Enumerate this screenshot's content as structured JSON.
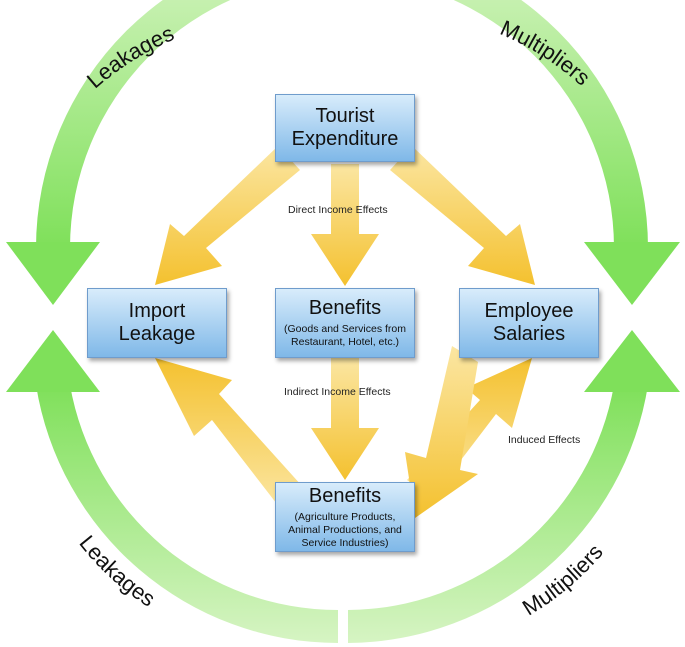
{
  "boxes": {
    "tourist_expenditure": {
      "title": "Tourist\nExpenditure"
    },
    "import_leakage": {
      "title": "Import\nLeakage"
    },
    "benefits_goods": {
      "title": "Benefits",
      "subtitle": "(Goods and Services from\nRestaurant, Hotel, etc.)"
    },
    "employee_salaries": {
      "title": "Employee\nSalaries"
    },
    "benefits_agriculture": {
      "title": "Benefits",
      "subtitle": "(Agriculture Products,\nAnimal Productions, and\nService Industries)"
    }
  },
  "arrow_labels": {
    "direct": "Direct Income Effects",
    "indirect": "Indirect Income Effects",
    "induced": "Induced Effects"
  },
  "ring_labels": {
    "top_left": "Leakages",
    "top_right": "Multipliers",
    "bottom_left": "Leakages",
    "bottom_right": "Multipliers"
  },
  "colors": {
    "ring_green": "#8fe26a",
    "flow_yellow": "#f5c842",
    "box_blue": "#8cc0ec"
  }
}
